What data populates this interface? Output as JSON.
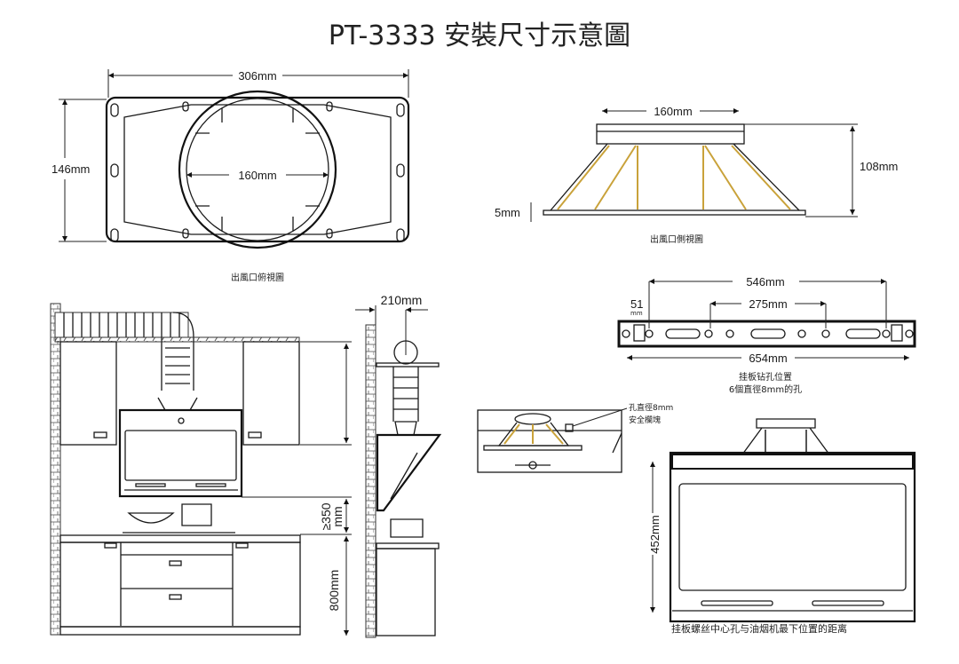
{
  "title": "PT-3333 安裝尺寸示意圖",
  "top_view": {
    "width": "306mm",
    "height": "146mm",
    "diameter": "160mm",
    "caption": "出風口俯視圖"
  },
  "side_view": {
    "top_width": "160mm",
    "height": "108mm",
    "base": "5mm",
    "caption": "出風口側視圖"
  },
  "hanging_plate": {
    "outer": "546mm",
    "inner": "275mm",
    "edge": "51",
    "edge_unit": "mm",
    "total": "654mm",
    "caption_line1": "挂板钻孔位置",
    "caption_line2": "6個直徑8mm的孔"
  },
  "detail": {
    "note_line1": "孔直徑8mm",
    "note_line2": "安全欄塊"
  },
  "kitchen": {
    "depth": "210mm",
    "clearance": "≥350",
    "clearance_unit": "mm",
    "counter_height": "800mm"
  },
  "hood_front": {
    "height": "452mm",
    "caption": "挂板螺丝中心孔与油烟机最下位置的距离"
  },
  "colors": {
    "accent": "#c9a23a",
    "line": "#1a1a1a"
  }
}
